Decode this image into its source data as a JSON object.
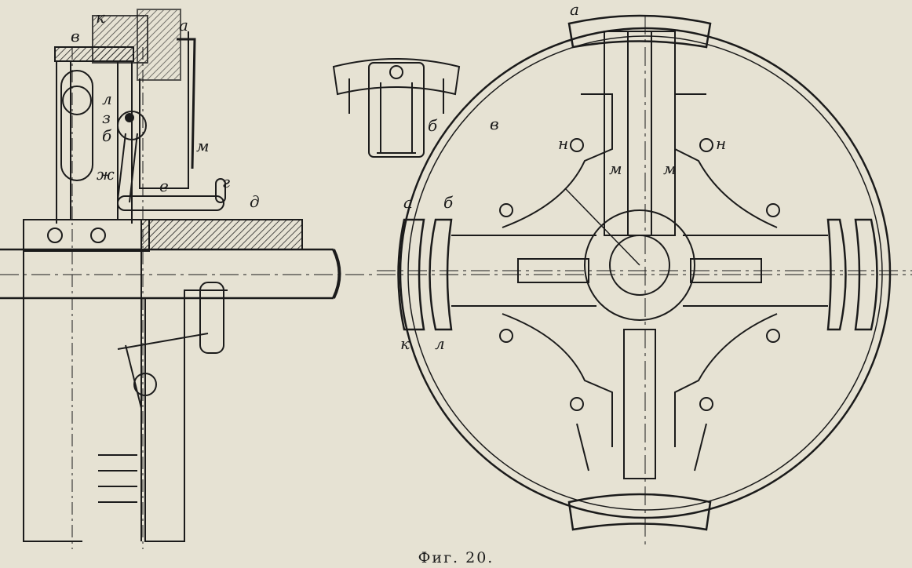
{
  "figure": {
    "caption": "Фиг. 20.",
    "colors": {
      "paper": "#e6e2d3",
      "ink": "#1b1b1b"
    },
    "side_view_labels": [
      "в",
      "к",
      "а",
      "л",
      "з",
      "б",
      "м",
      "ж",
      "е",
      "г",
      "д"
    ],
    "detail_view_labels": [
      "б"
    ],
    "front_view_labels": [
      "а",
      "в",
      "н",
      "н",
      "м",
      "м",
      "а",
      "б",
      "к",
      "л"
    ]
  }
}
